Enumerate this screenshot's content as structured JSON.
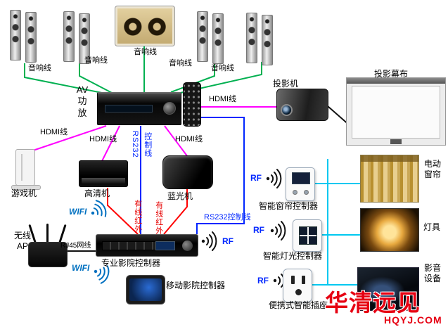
{
  "watermark": {
    "brand": "华清远见",
    "site": "HQYJ.COM"
  },
  "colors": {
    "wire-speaker": "#00b050",
    "wire-hdmi": "#ff00ff",
    "wire-rs232": "#0026ff",
    "wire-ir": "#ff0000",
    "wire-ctrl": "#00c8f0",
    "wire-black": "#111111",
    "wifi-blue": "#0070c0",
    "rf-black": "#111111",
    "label-blue": "#0026ff",
    "label-red": "#e60000",
    "watermark-red": "#e60012"
  },
  "labels": {
    "speaker_wires": [
      "音响线",
      "音响线",
      "音响线",
      "音响线",
      "音响线"
    ],
    "av_amp": "AV\n功\n放",
    "hdmi": [
      "HDMI线",
      "HDMI线",
      "HDMI线",
      "HDMI线"
    ],
    "projector": "投影机",
    "screen": "投影幕布",
    "rs232_v1": "RS232",
    "rs232_v2": "控制线",
    "game_console": "游戏机",
    "hd_player": "高清机",
    "bluray_player": "蓝光机",
    "wired_ir": [
      "有线红外",
      "有线红外"
    ],
    "wifi": [
      "WIFI",
      "WIFI"
    ],
    "wireless_ap": "无线\nAP",
    "rj45": "RJ45网线",
    "theater_controller": "专业影院控制器",
    "rs232_ctrl": "RS232控制线",
    "rf": [
      "RF",
      "RF",
      "RF",
      "RF"
    ],
    "mobile_controller": "移动影院控制器",
    "curtain_controller": "智能窗帘控制器",
    "light_controller": "智能灯光控制器",
    "smart_socket": "便携式智能插座",
    "electric_curtain": "电动\n窗帘",
    "light_fixture": "灯具",
    "av_equipment": "影音\n设备"
  }
}
